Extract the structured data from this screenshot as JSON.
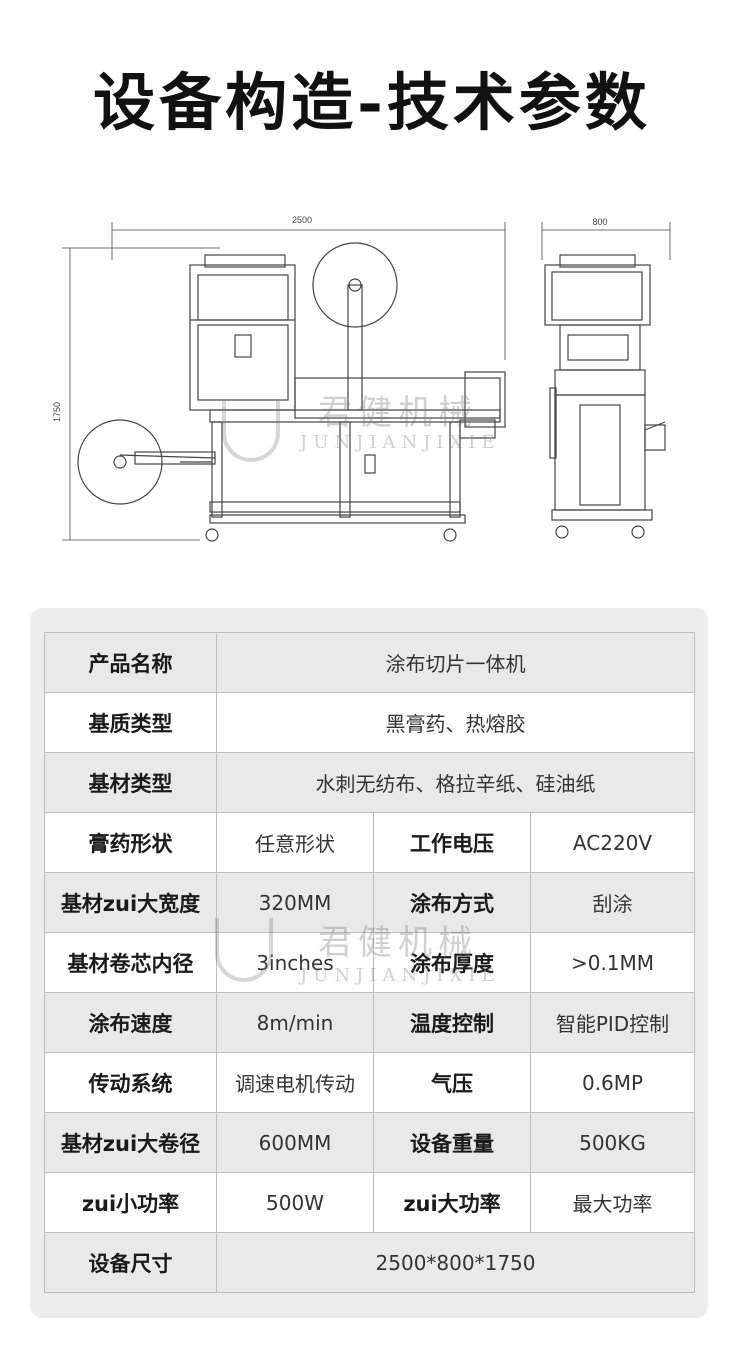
{
  "title": "设备构造-技术参数",
  "drawing": {
    "width_dim": "2500",
    "depth_dim": "800",
    "height_dim": "1750"
  },
  "watermark": {
    "cn": "君健机械",
    "en": "JUNJIANJIXIE"
  },
  "specs": {
    "row1": {
      "label": "产品名称",
      "value": "涂布切片一体机"
    },
    "row2": {
      "label": "基质类型",
      "value": "黑膏药、热熔胶"
    },
    "row3": {
      "label": "基材类型",
      "value": "水刺无纺布、格拉辛纸、硅油纸"
    },
    "row4": {
      "label1": "膏药形状",
      "value1": "任意形状",
      "label2": "工作电压",
      "value2": "AC220V"
    },
    "row5": {
      "label1": "基材zui大宽度",
      "value1": "320MM",
      "label2": "涂布方式",
      "value2": "刮涂"
    },
    "row6": {
      "label1": "基材卷芯内径",
      "value1": "3inches",
      "label2": "涂布厚度",
      "value2": ">0.1MM"
    },
    "row7": {
      "label1": "涂布速度",
      "value1": "8m/min",
      "label2": "温度控制",
      "value2": "智能PID控制"
    },
    "row8": {
      "label1": "传动系统",
      "value1": "调速电机传动",
      "label2": "气压",
      "value2": "0.6MP"
    },
    "row9": {
      "label1": "基材zui大卷径",
      "value1": "600MM",
      "label2": "设备重量",
      "value2": "500KG"
    },
    "row10": {
      "label1": "zui小功率",
      "value1": "500W",
      "label2": "zui大功率",
      "value2": "最大功率"
    },
    "row11": {
      "label": "设备尺寸",
      "value": "2500*800*1750"
    }
  }
}
